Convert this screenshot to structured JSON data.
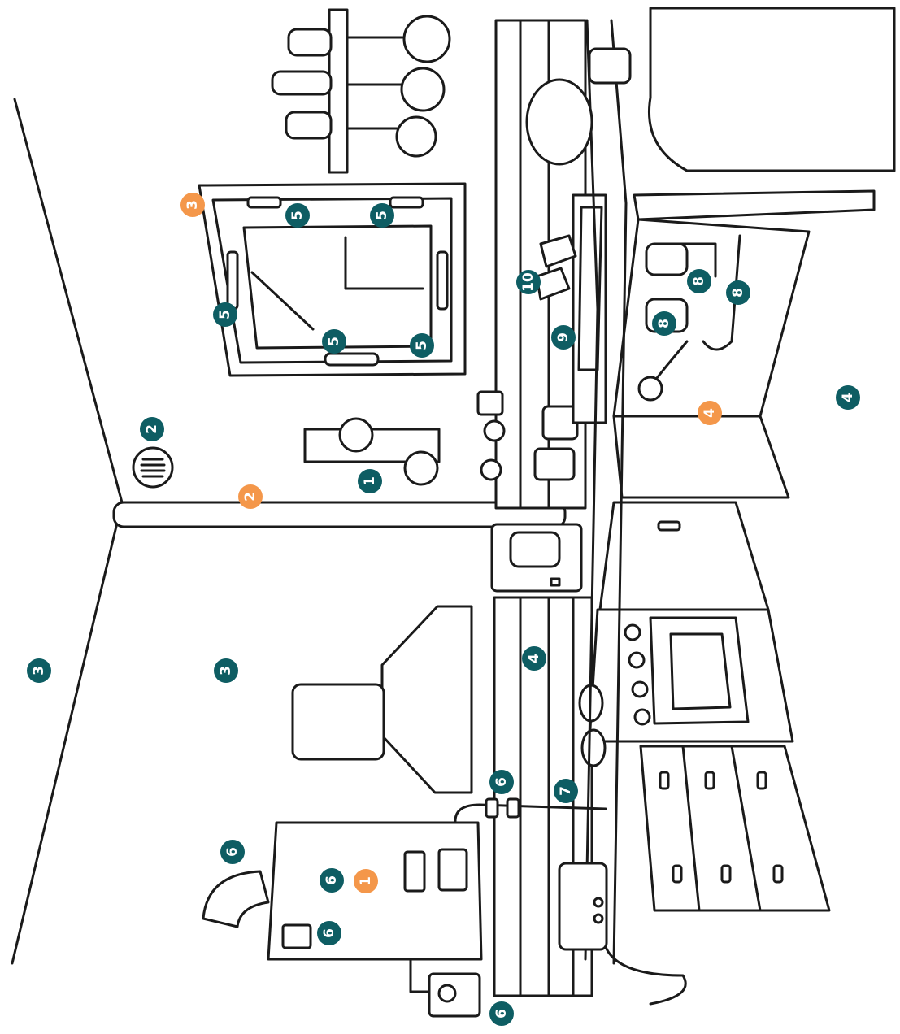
{
  "colors": {
    "line": "#1a1a1a",
    "marker_teal": "#0e5d63",
    "marker_orange": "#f4974a",
    "background": "#ffffff"
  },
  "markers": [
    {
      "label": "1",
      "color": "teal",
      "target": "wall-plug-fixtures"
    },
    {
      "label": "2",
      "color": "teal",
      "target": "round-vent"
    },
    {
      "label": "3",
      "color": "teal",
      "target": "upper-wall"
    },
    {
      "label": "3",
      "color": "teal",
      "target": "back-wall"
    },
    {
      "label": "4",
      "color": "teal",
      "target": "tile-backsplash"
    },
    {
      "label": "4",
      "color": "teal",
      "target": "floor"
    },
    {
      "label": "5",
      "color": "teal",
      "target": "window-frame-left"
    },
    {
      "label": "5",
      "color": "teal",
      "target": "window-frame-top"
    },
    {
      "label": "5",
      "color": "teal",
      "target": "window-frame-top-right"
    },
    {
      "label": "5",
      "color": "teal",
      "target": "window-latch"
    },
    {
      "label": "5",
      "color": "teal",
      "target": "window-frame-right"
    },
    {
      "label": "6",
      "color": "teal",
      "target": "water-heater-flue"
    },
    {
      "label": "6",
      "color": "teal",
      "target": "water-heater-body"
    },
    {
      "label": "6",
      "color": "teal",
      "target": "water-heater-vent"
    },
    {
      "label": "6",
      "color": "teal",
      "target": "water-heater-valve"
    },
    {
      "label": "6",
      "color": "teal",
      "target": "thermostat"
    },
    {
      "label": "7",
      "color": "teal",
      "target": "gas-hose"
    },
    {
      "label": "8",
      "color": "teal",
      "target": "sink-drain-pipe"
    },
    {
      "label": "8",
      "color": "teal",
      "target": "sink-supply-pipe"
    },
    {
      "label": "8",
      "color": "teal",
      "target": "sink-trap"
    },
    {
      "label": "9",
      "color": "teal",
      "target": "sink-basin"
    },
    {
      "label": "10",
      "color": "teal",
      "target": "faucet"
    },
    {
      "label": "1",
      "color": "orange",
      "target": "water-heater"
    },
    {
      "label": "2",
      "color": "orange",
      "target": "ceiling-beam"
    },
    {
      "label": "3",
      "color": "orange",
      "target": "window"
    },
    {
      "label": "4",
      "color": "orange",
      "target": "under-sink-cabinet"
    }
  ]
}
